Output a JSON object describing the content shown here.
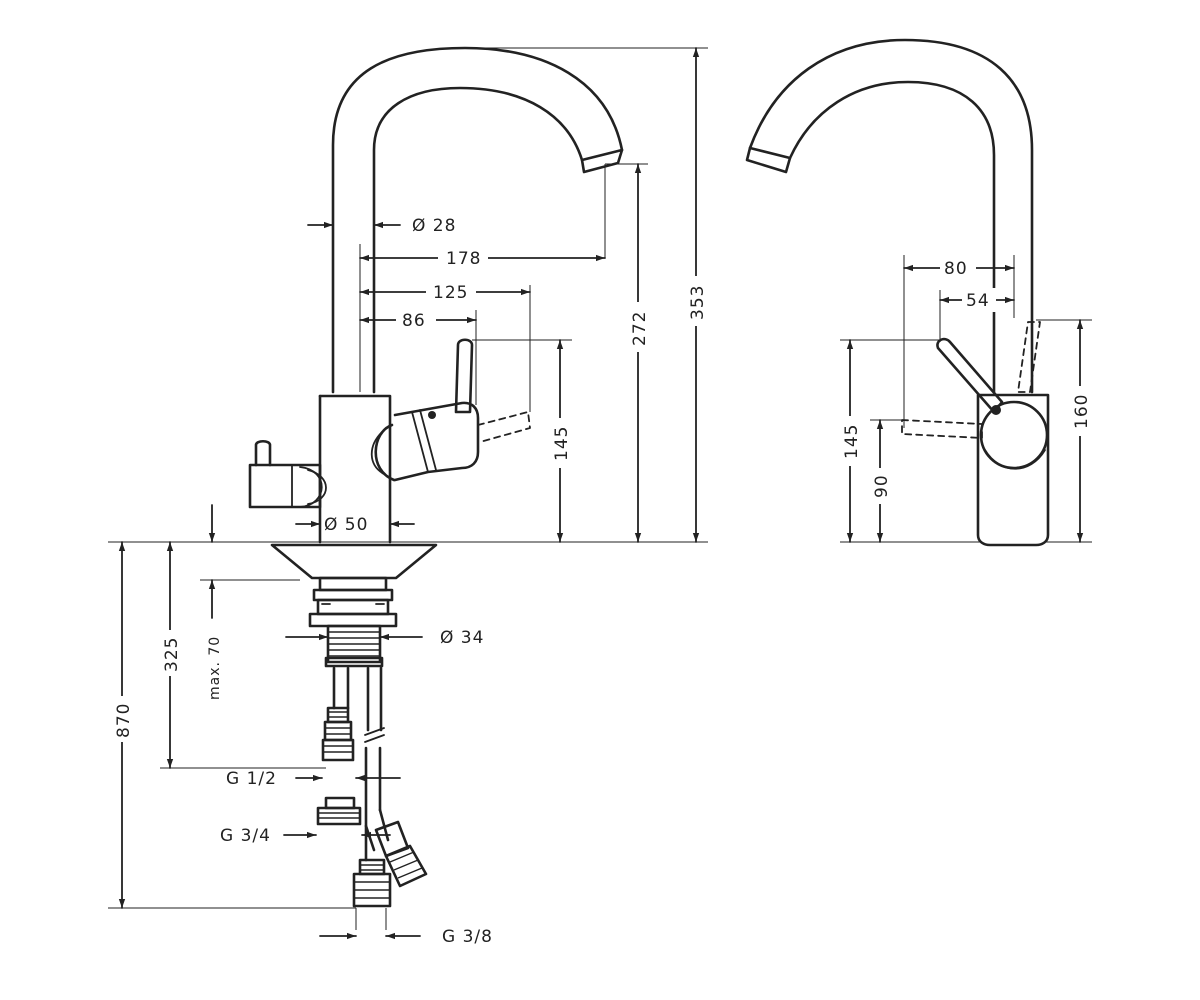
{
  "front_view": {
    "dim_dia_28": "Ø 28",
    "dim_178": "178",
    "dim_125": "125",
    "dim_86": "86",
    "dim_145": "145",
    "dim_272": "272",
    "dim_353": "353",
    "dim_dia_50": "Ø 50",
    "dim_dia_34": "Ø 34",
    "dim_325": "325",
    "dim_max_70": "max. 70",
    "dim_870": "870",
    "label_g12": "G 1/2",
    "label_g34": "G 3/4",
    "label_g38": "G 3/8"
  },
  "side_view": {
    "dim_80": "80",
    "dim_54": "54",
    "dim_145": "145",
    "dim_90": "90",
    "dim_160": "160"
  }
}
